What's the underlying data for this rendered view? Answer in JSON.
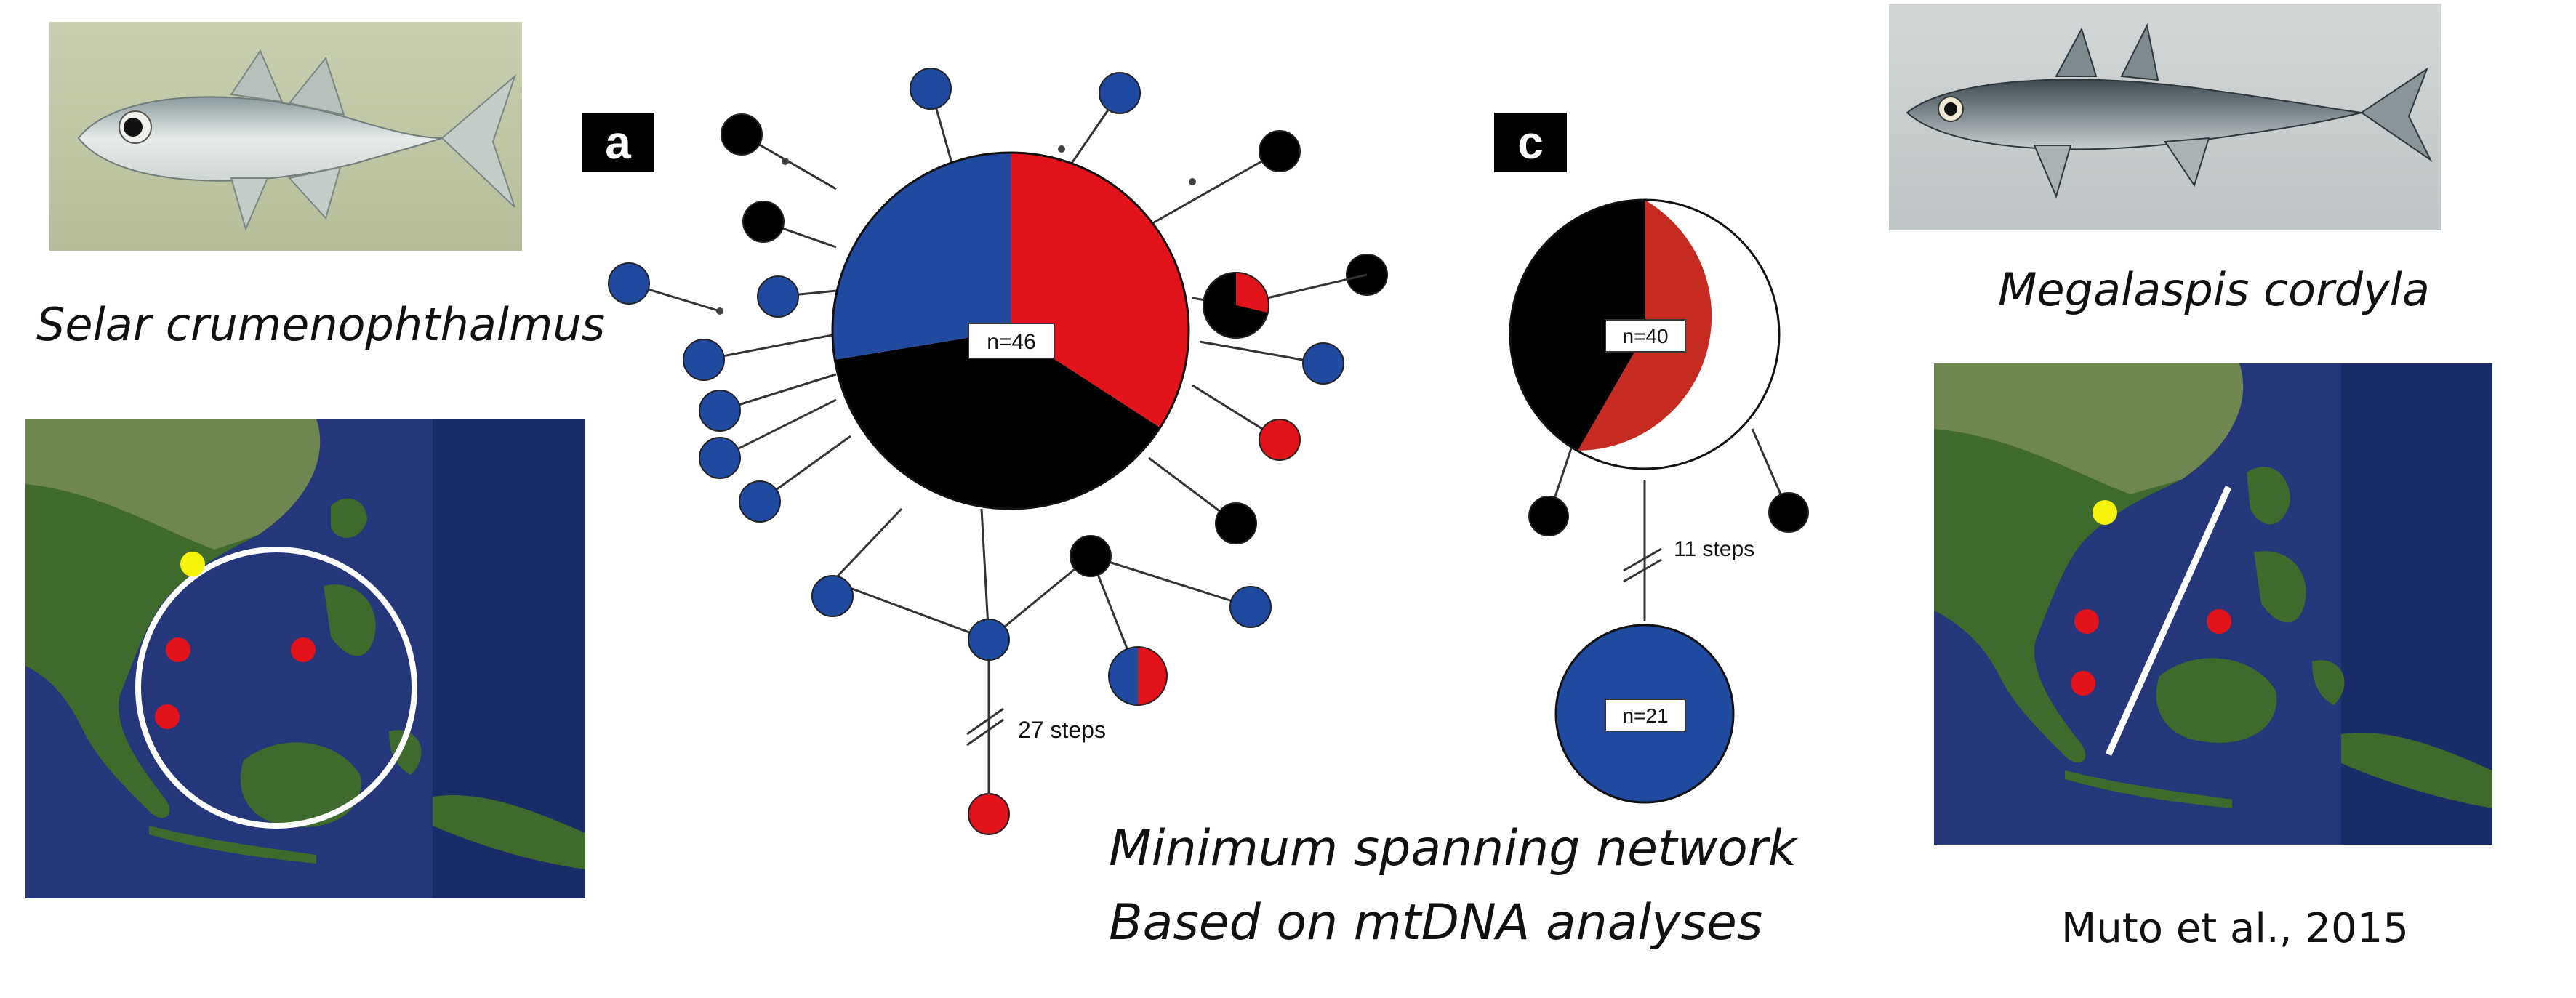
{
  "species_left": "Selar crumenophthalmus",
  "species_right": "Megalaspis cordyla",
  "panel_a_tag": "a",
  "panel_c_tag": "c",
  "network_a": {
    "center_label": "n=46",
    "steps_label": "27 steps"
  },
  "network_c": {
    "top_label": "n=40",
    "bottom_label": "n=21",
    "steps_label": "11 steps"
  },
  "caption_line1": "Minimum spanning network",
  "caption_line2": "Based on mtDNA analyses",
  "citation": "Muto et al., 2015",
  "colors": {
    "blue": "#1f4aa0",
    "red": "#e3131b",
    "dark_red": "#c72a20",
    "black": "#000000",
    "yellow": "#f7f20b",
    "ocean": "#23377a",
    "land": "#3e6b2b"
  }
}
